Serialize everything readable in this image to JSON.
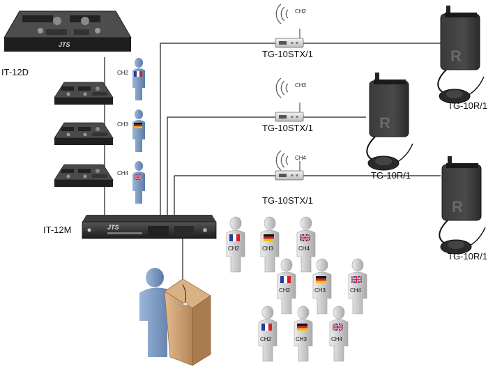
{
  "devices": {
    "console_main": "IT-12D",
    "matrix": "IT-12M",
    "transmitter_1": "TG-10STX/1",
    "transmitter_2": "TG-10STX/1",
    "transmitter_3": "TG-10STX/1",
    "receiver_1": "TG-10R/1",
    "receiver_2": "TG-10R/1",
    "receiver_3": "TG-10R/1"
  },
  "channels": {
    "ch2": "CH2",
    "ch3": "CH3",
    "ch4": "CH4"
  },
  "brand": "JTS",
  "colors": {
    "line": "#1a1a1a",
    "device_dark": "#2b2b2b",
    "person_blue": "#6f8fb8",
    "listener_grey": "#cfcfcf",
    "podium": "#c69b6d"
  },
  "icons": {
    "flag_france": "flag-france-icon",
    "flag_germany": "flag-germany-icon",
    "flag_uk": "flag-uk-icon",
    "receiver_badge": "letter-r-icon"
  }
}
